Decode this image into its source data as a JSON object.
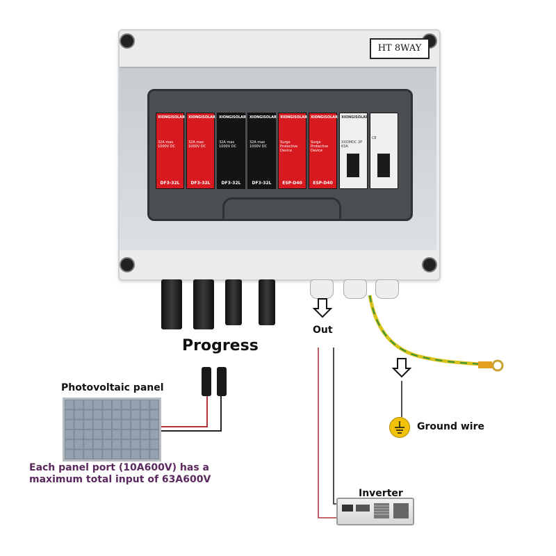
{
  "box": {
    "label": "HT 8WAY",
    "color": "#e9ebec"
  },
  "breakers": [
    {
      "brand": "XIONGISOLAR",
      "spec": "32A max 1000V DC",
      "model": "DF3-32L",
      "color": "#d71920"
    },
    {
      "brand": "XIONGISOLAR",
      "spec": "32A max 1000V DC",
      "model": "DF3-32L",
      "color": "#d71920"
    },
    {
      "brand": "XIONGISOLAR",
      "spec": "32A max 1000V DC",
      "model": "DF3-32L",
      "color": "#141414"
    },
    {
      "brand": "XIONGISOLAR",
      "spec": "32A max 1000V DC",
      "model": "DF3-32L",
      "color": "#141414"
    },
    {
      "brand": "XIONGISOLAR",
      "spec": "Surge Protective Device",
      "model": "ESP-D40",
      "color": "#d71920"
    },
    {
      "brand": "XIONGISOLAR",
      "spec": "Surge Protective Device",
      "model": "ESP-D40",
      "color": "#d71920"
    },
    {
      "brand": "XIONGISOLAR",
      "spec": "XXDMDC 2P 63A",
      "model": "",
      "color": "#f0f0f0"
    },
    {
      "brand": "",
      "spec": "CE",
      "model": "",
      "color": "#f0f0f0"
    }
  ],
  "labels": {
    "progress": "Progress",
    "out": "Out",
    "photovoltaic": "Photovoltaic panel",
    "panel_desc_line1": "Each panel port (10A600V) has a",
    "panel_desc_line2": "maximum total input of 63A600V",
    "ground": "Ground wire",
    "inverter": "Inverter"
  },
  "icons": {
    "out_arrow": "down-arrow-icon",
    "ground_arrow": "down-arrow-icon",
    "ground_symbol": "ground-icon"
  },
  "colors": {
    "red_wire": "#b0343c",
    "black_wire": "#222222",
    "ground_wire_yellow": "#d8c21a",
    "ground_wire_green": "#2f8f3a",
    "desc_text": "#5a2a5e"
  }
}
